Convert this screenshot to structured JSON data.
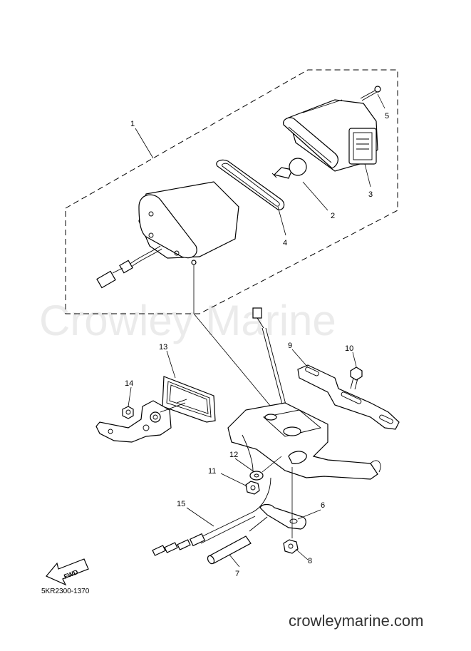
{
  "watermark": "Crowley Marine",
  "diagram_code": "5KR2300-1370",
  "site_url": "crowleymarine.com",
  "fwd_label": "FWD",
  "callouts": [
    "1",
    "2",
    "3",
    "4",
    "5",
    "6",
    "7",
    "8",
    "9",
    "10",
    "11",
    "12",
    "13",
    "14",
    "15"
  ]
}
